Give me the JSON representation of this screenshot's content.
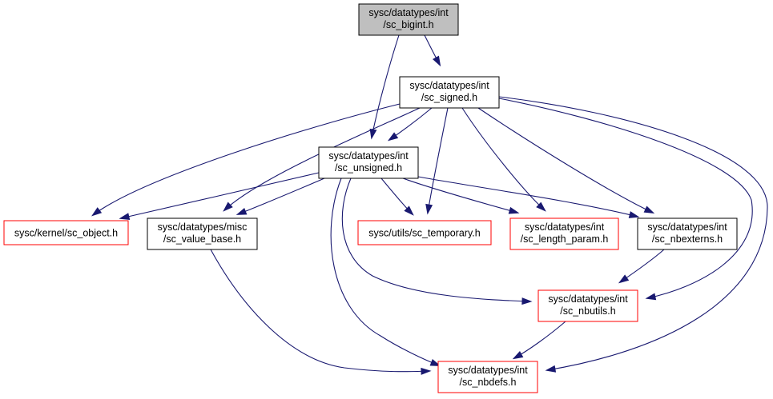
{
  "nodes": [
    {
      "id": "sc_bigint",
      "line1": "sysc/datatypes/int",
      "line2": "/sc_bigint.h",
      "style": "focus"
    },
    {
      "id": "sc_signed",
      "line1": "sysc/datatypes/int",
      "line2": "/sc_signed.h",
      "style": "normal"
    },
    {
      "id": "sc_unsigned",
      "line1": "sysc/datatypes/int",
      "line2": "/sc_unsigned.h",
      "style": "normal"
    },
    {
      "id": "sc_object",
      "line1": "sysc/kernel/sc_object.h",
      "line2": "",
      "style": "red"
    },
    {
      "id": "sc_value_base",
      "line1": "sysc/datatypes/misc",
      "line2": "/sc_value_base.h",
      "style": "normal"
    },
    {
      "id": "sc_temporary",
      "line1": "sysc/utils/sc_temporary.h",
      "line2": "",
      "style": "red"
    },
    {
      "id": "sc_length_param",
      "line1": "sysc/datatypes/int",
      "line2": "/sc_length_param.h",
      "style": "red"
    },
    {
      "id": "sc_nbexterns",
      "line1": "sysc/datatypes/int",
      "line2": "/sc_nbexterns.h",
      "style": "normal"
    },
    {
      "id": "sc_nbutils",
      "line1": "sysc/datatypes/int",
      "line2": "/sc_nbutils.h",
      "style": "red"
    },
    {
      "id": "sc_nbdefs",
      "line1": "sysc/datatypes/int",
      "line2": "/sc_nbdefs.h",
      "style": "red"
    }
  ],
  "edges": [
    {
      "from": "sc_bigint",
      "to": "sc_signed"
    },
    {
      "from": "sc_bigint",
      "to": "sc_unsigned"
    },
    {
      "from": "sc_signed",
      "to": "sc_unsigned"
    },
    {
      "from": "sc_signed",
      "to": "sc_object"
    },
    {
      "from": "sc_signed",
      "to": "sc_value_base"
    },
    {
      "from": "sc_signed",
      "to": "sc_temporary"
    },
    {
      "from": "sc_signed",
      "to": "sc_length_param"
    },
    {
      "from": "sc_signed",
      "to": "sc_nbexterns"
    },
    {
      "from": "sc_signed",
      "to": "sc_nbutils"
    },
    {
      "from": "sc_signed",
      "to": "sc_nbdefs"
    },
    {
      "from": "sc_unsigned",
      "to": "sc_object"
    },
    {
      "from": "sc_unsigned",
      "to": "sc_value_base"
    },
    {
      "from": "sc_unsigned",
      "to": "sc_temporary"
    },
    {
      "from": "sc_unsigned",
      "to": "sc_length_param"
    },
    {
      "from": "sc_unsigned",
      "to": "sc_nbexterns"
    },
    {
      "from": "sc_unsigned",
      "to": "sc_nbutils"
    },
    {
      "from": "sc_unsigned",
      "to": "sc_nbdefs"
    },
    {
      "from": "sc_value_base",
      "to": "sc_nbdefs"
    },
    {
      "from": "sc_nbexterns",
      "to": "sc_nbutils"
    },
    {
      "from": "sc_nbutils",
      "to": "sc_nbdefs"
    }
  ],
  "colors": {
    "edge": "#191970",
    "focus_fill": "#bfbfbf",
    "normal_border": "#000000",
    "red_border": "#ff0000"
  }
}
